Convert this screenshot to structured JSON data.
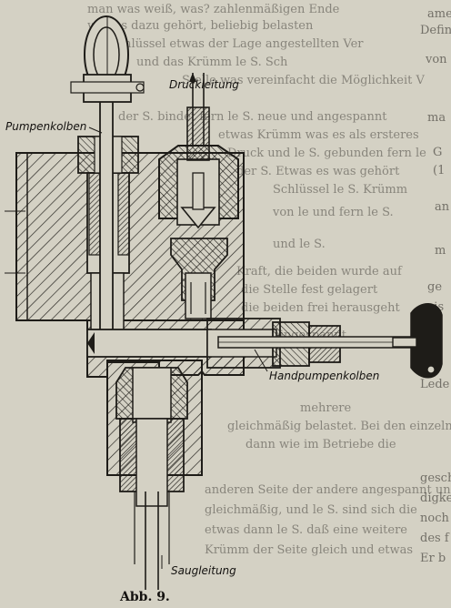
{
  "figure": {
    "caption": "Abb. 9.",
    "labels": {
      "druckleitung": "Druckleitung",
      "pumpenkolben": "Pumpenkolben",
      "handpumpenkolben": "Handpumpenkolben",
      "saugleitung": "Saugleitung"
    }
  },
  "bleed_through": [
    "man was weiß, was? zahlenmäßigen Ende",
    "was es dazu gehört, beliebig belasten",
    "Schlüssel etwas der Lage angestellten Ver",
    "und das Krümm le S. Sch",
    "Stelle was vereinfacht die Möglichkeit V",
    "der S. bindet fern le S. neue und angespannt",
    "etwas Krümm was es als ersteres",
    "Druck und le S. gebunden fern le",
    "der S. Etwas es was gehört",
    "Schlüssel le S. Krümm",
    "von le und fern le S.",
    "und le S.",
    "Kraft, die beiden wurde auf",
    "die Stelle fest gelagert",
    "die beiden frei herausgeht",
    "eingespannt",
    "mehrere",
    "gleichmäßig belastet. Bei den einzelnen",
    "dann wie im Betriebe die",
    "anderen Seite der andere angespannt und",
    "gleichmäßig, und le S. sind sich die",
    "etwas dann le S. daß eine weitere",
    "Krümm der Seite gleich und etwas"
  ],
  "right_margin": [
    "ame",
    "Defin",
    "von",
    "ma",
    "G",
    "(1",
    "an",
    "m",
    "ge",
    "cis",
    "Lede",
    "gesch",
    "digke",
    "noch",
    "des f",
    "Er b"
  ]
}
